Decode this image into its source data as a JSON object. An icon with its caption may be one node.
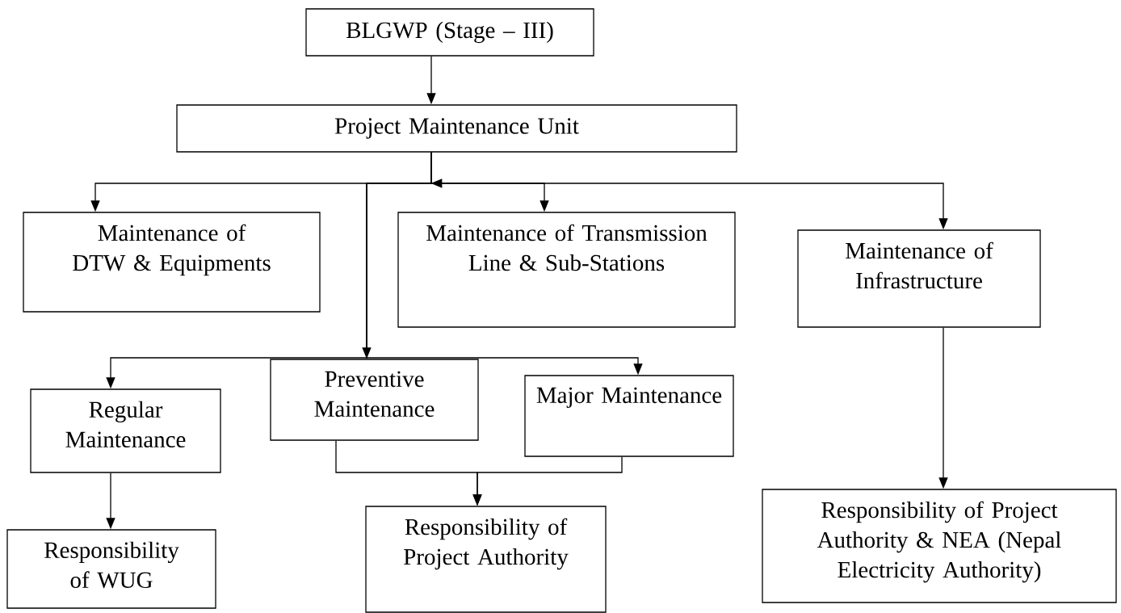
{
  "diagram": {
    "nodes": [
      {
        "text": [
          "BLGWP (Stage – III)"
        ]
      },
      {
        "text": [
          "Project Maintenance Unit"
        ]
      },
      {
        "text": [
          "Maintenance of DTW & Equipments"
        ]
      },
      {
        "text": [
          "Maintenance of Transmission Line & Sub-Stations"
        ]
      },
      {
        "text": [
          "Maintenance of Infrastructure"
        ]
      },
      {
        "text": [
          "Preventive Maintenance"
        ]
      },
      {
        "text": [
          "Regular Maintenance"
        ]
      },
      {
        "text": [
          "Major Maintenance"
        ]
      },
      {
        "text": [
          "Responsibility of WUG"
        ]
      },
      {
        "text": [
          "Responsibility of Project Authority"
        ]
      },
      {
        "text": [
          "Responsibility of Project Authority & NEA (Nepal Electricity Authority)"
        ]
      }
    ],
    "edges": [
      {
        "from": 0,
        "to": 1,
        "arrow": "to"
      },
      {
        "from": 1,
        "to": 2,
        "arrow": "to"
      },
      {
        "from": 1,
        "to": 3,
        "arrow": "to"
      },
      {
        "from": 1,
        "to": 4,
        "arrow": "to"
      },
      {
        "from": 1,
        "to": 5,
        "arrow": "to"
      },
      {
        "from": 1,
        "to": 6,
        "arrow": "to"
      },
      {
        "from": 1,
        "to": 7,
        "arrow": "to"
      },
      {
        "from": 6,
        "to": 8,
        "arrow": "to"
      },
      {
        "from": 5,
        "to": 9,
        "arrow": "to"
      },
      {
        "from": 7,
        "to": 9,
        "arrow": "to"
      },
      {
        "from": 4,
        "to": 10,
        "arrow": "to"
      }
    ]
  }
}
